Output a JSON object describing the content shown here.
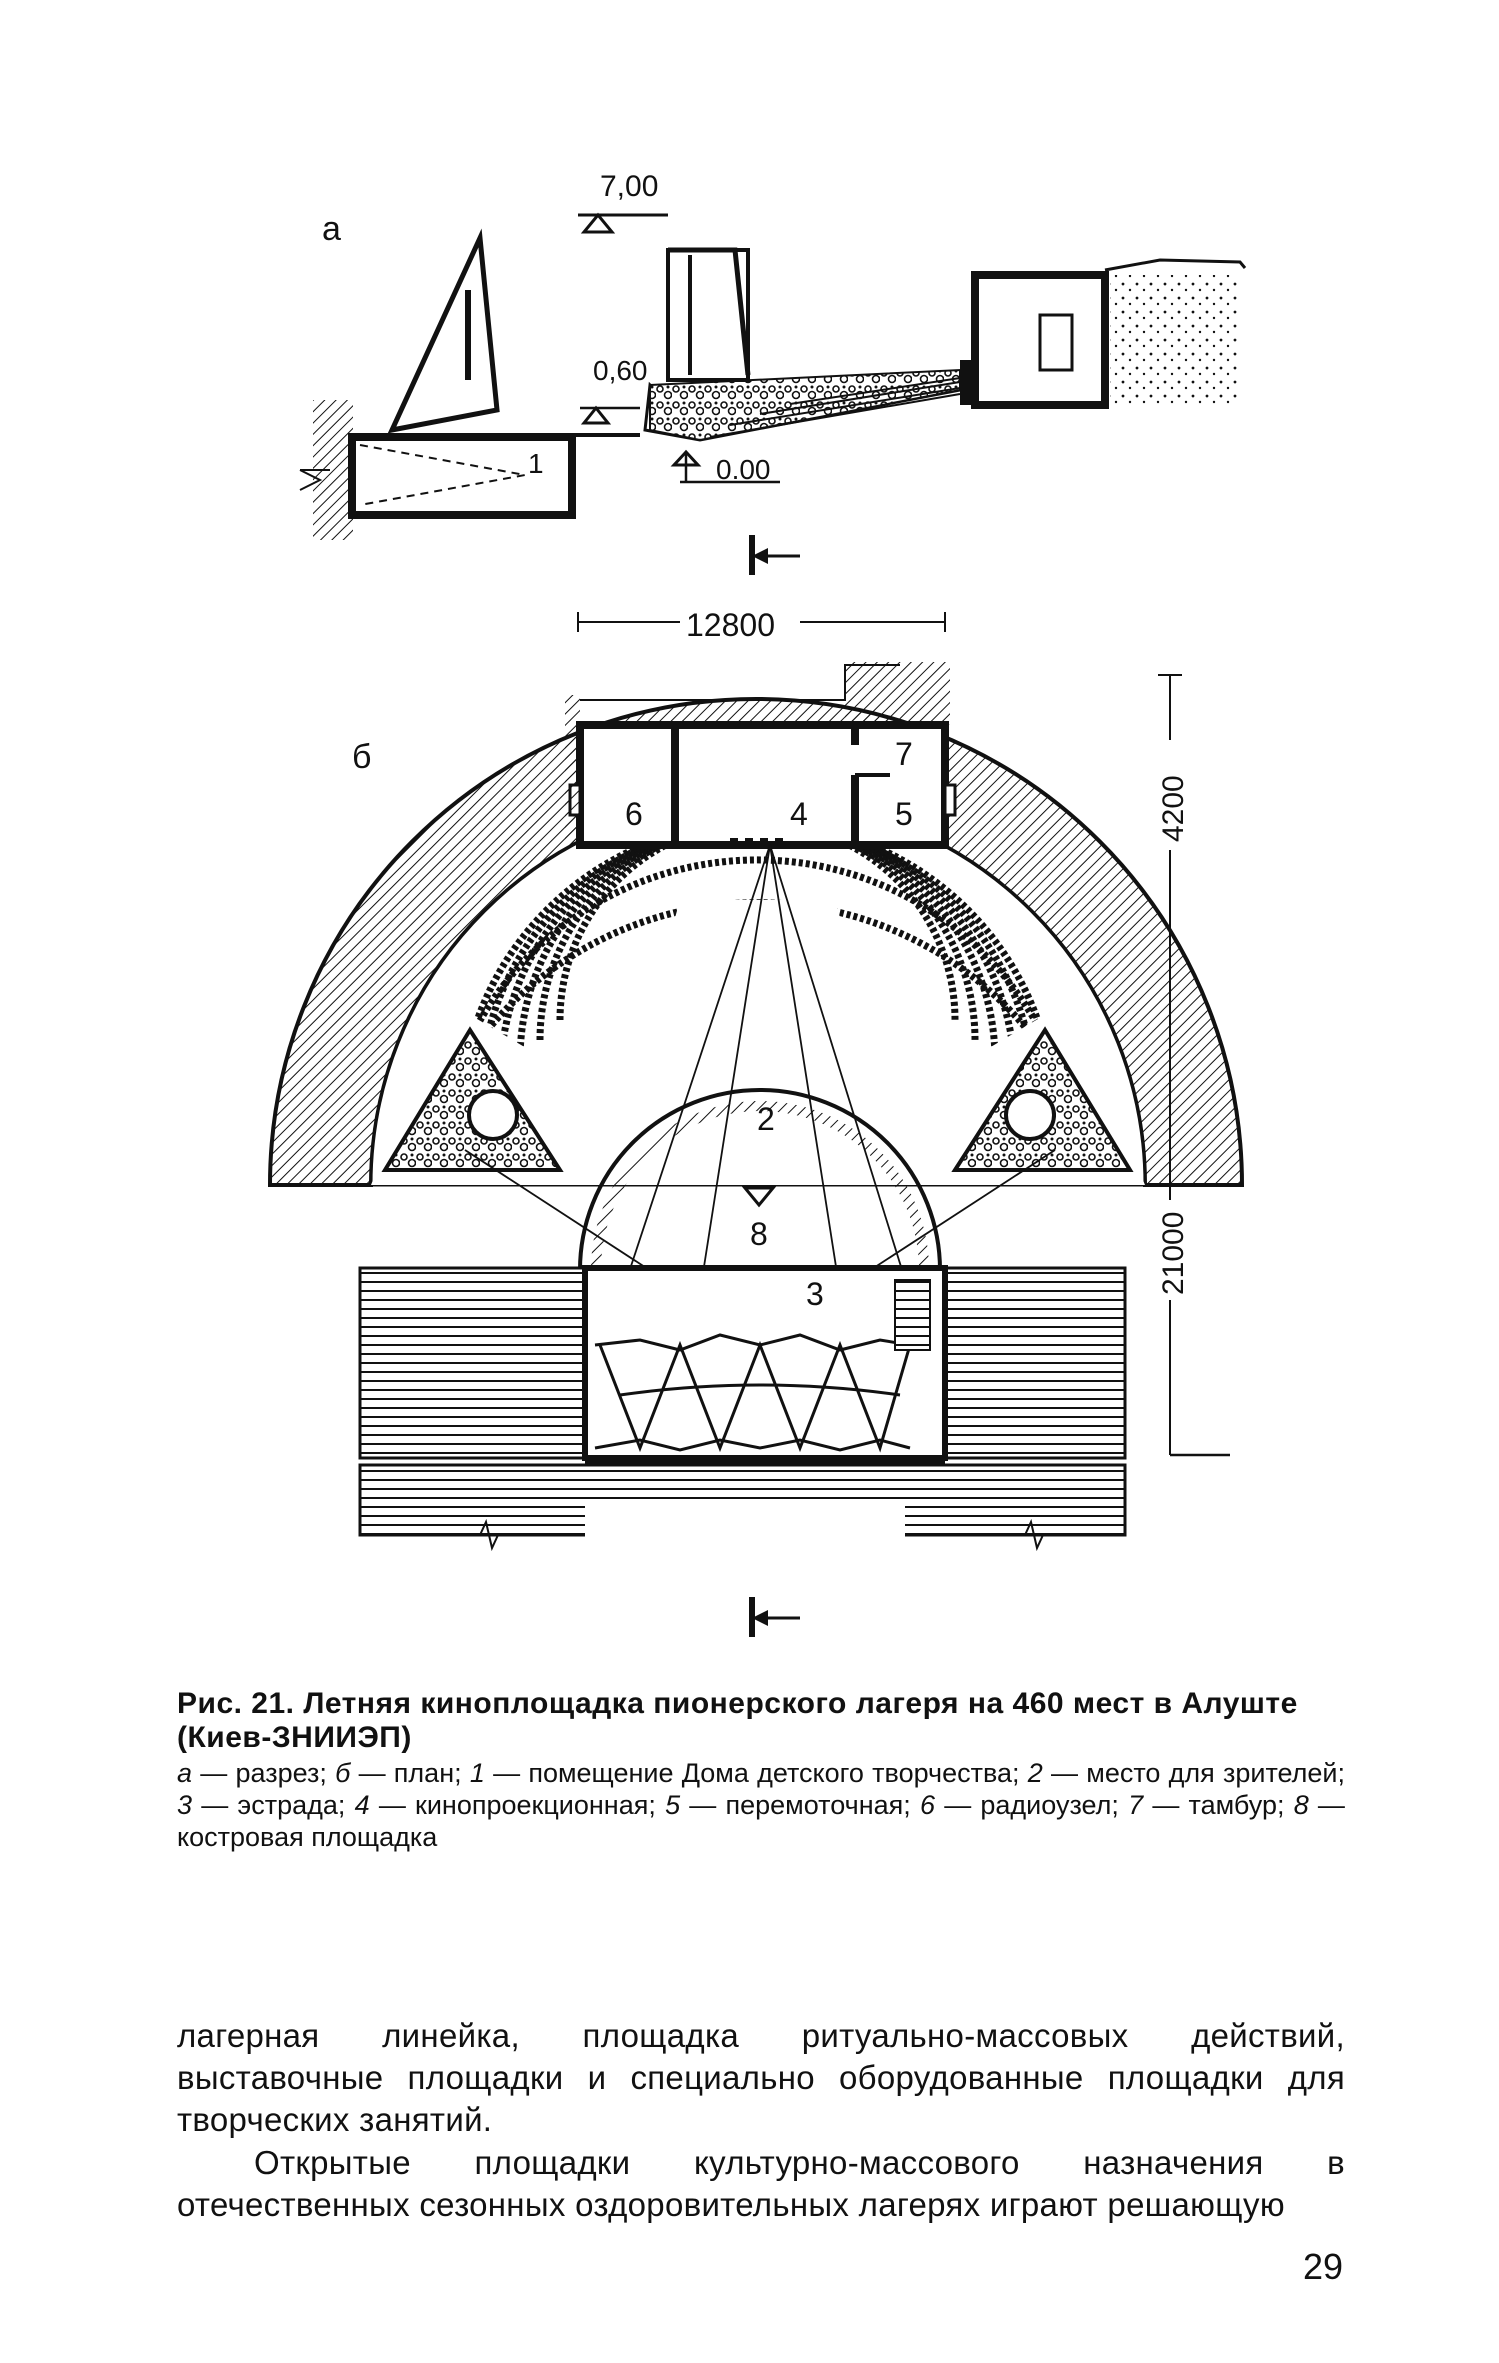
{
  "figure": {
    "section_a": {
      "label": "а",
      "elevation_top": "7,00",
      "elevation_mid": "0,60",
      "elevation_base": "0.00",
      "room_number": "1"
    },
    "section_b": {
      "label": "б",
      "dim_width": "12800",
      "dim_depth_building": "4200",
      "dim_depth_total": "21000",
      "numbers": {
        "n2": "2",
        "n3": "3",
        "n4": "4",
        "n5": "5",
        "n6": "6",
        "n7": "7",
        "n8": "8"
      }
    }
  },
  "caption": {
    "title": "Рис. 21. Летняя киноплощадка пионерского лагеря на 460 мест в Алуште (Киев-ЗНИИЭП)",
    "legend_items": [
      {
        "key": "а",
        "text": "— разрез;"
      },
      {
        "key": "б",
        "text": "— план;"
      },
      {
        "key": "1",
        "text": "— помещение Дома детского творчества;"
      },
      {
        "key": "2",
        "text": "— место для зрителей;"
      },
      {
        "key": "3",
        "text": "— эстрада;"
      },
      {
        "key": "4",
        "text": "— кинопроекционная;"
      },
      {
        "key": "5",
        "text": "— перемоточная;"
      },
      {
        "key": "6",
        "text": "— радиоузел;"
      },
      {
        "key": "7",
        "text": "— тамбур;"
      },
      {
        "key": "8",
        "text": "— костровая площадка"
      }
    ]
  },
  "body": {
    "paragraph1": "лагерная линейка, площадка ритуально-массовых действий, выставочные площадки и специально оборудованные площадки для творческих занятий.",
    "paragraph2": "Открытые площадки культурно-массового назначения в отечественных сезонных оздоровительных лагерях играют решающую"
  },
  "page_number": "29"
}
